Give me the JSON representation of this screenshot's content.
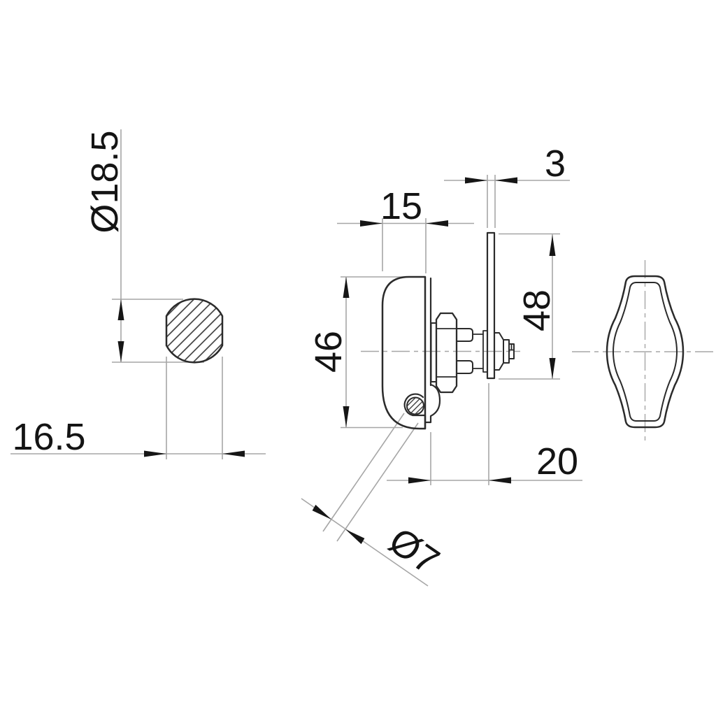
{
  "drawing": {
    "kind": "technical-drawing-cam-latch",
    "background": "#ffffff"
  },
  "colors": {
    "object_line": "#2b2b2b",
    "detail_line": "#3a3a3a",
    "dim_line": "#a6a6a6",
    "arrow": "#161616",
    "text": "#141414",
    "hatch": "#3f3f3f"
  },
  "labels": {
    "cam_diameter": "Ø18.5",
    "cam_flat_width": "16.5",
    "knob_depth": "15",
    "plate_thickness": "3",
    "body_height": "46",
    "plate_length": "48",
    "grip_length": "20",
    "pin_diameter": "Ø7"
  }
}
